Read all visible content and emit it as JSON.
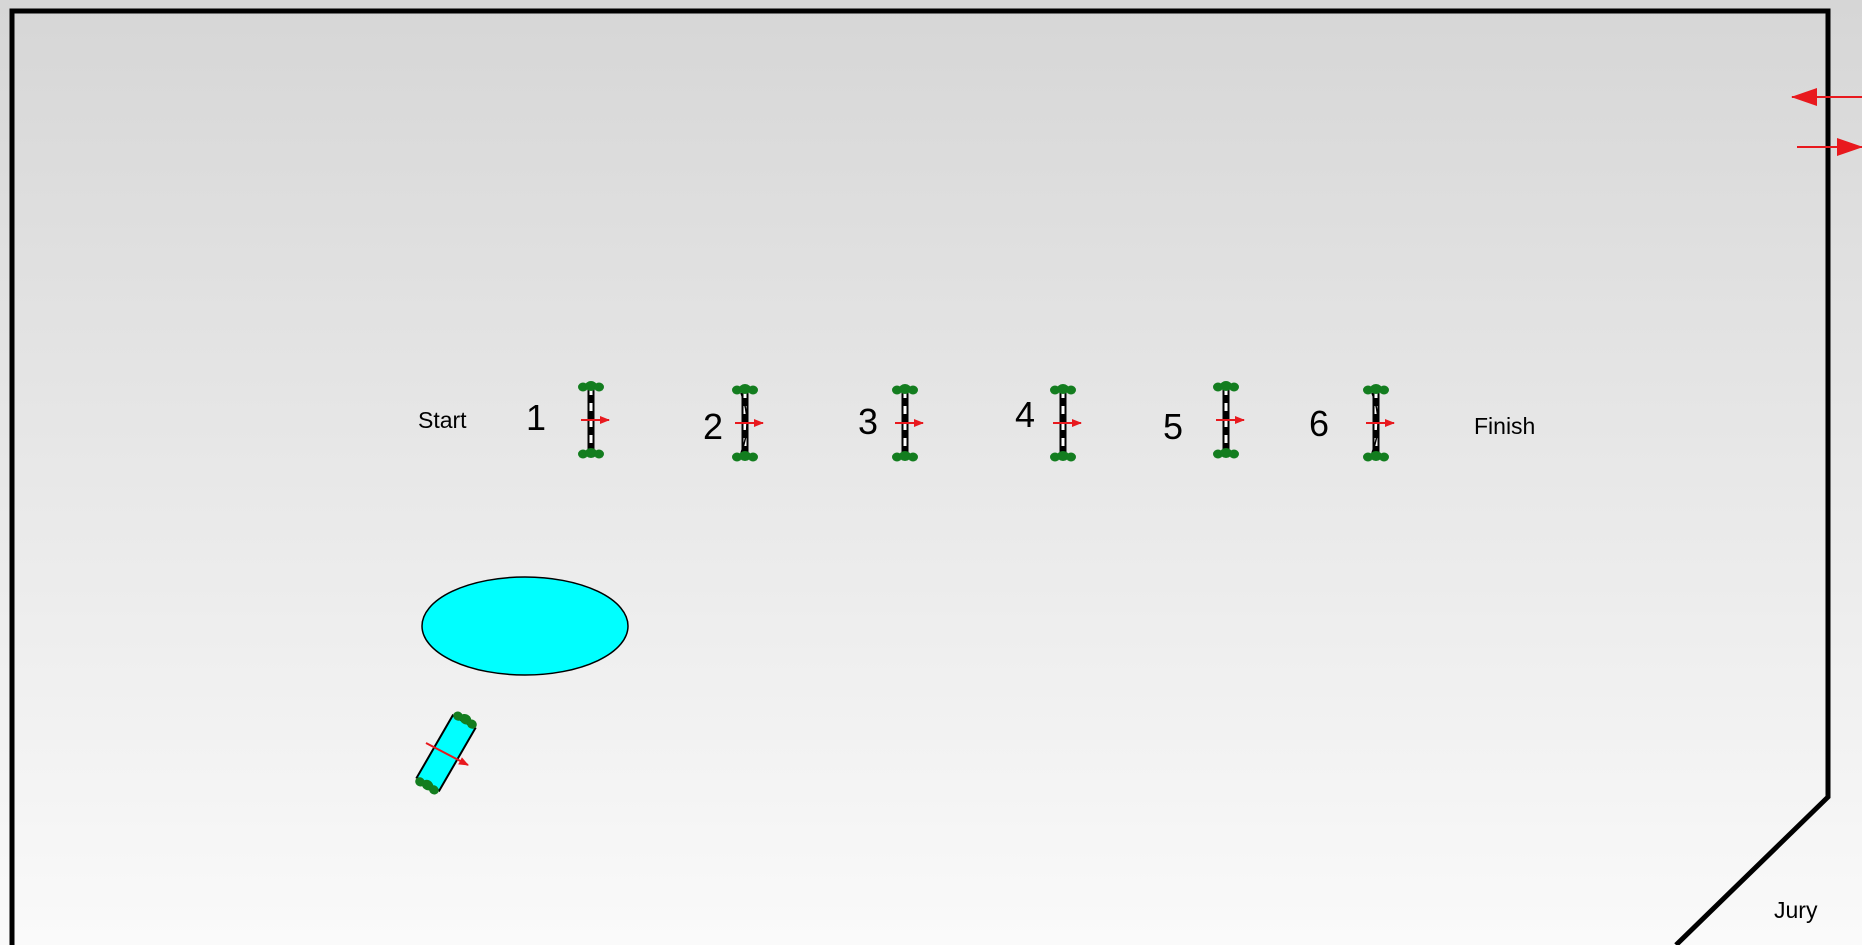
{
  "arena": {
    "background_top": "#d6d6d6",
    "background_bottom": "#fafafa",
    "wall_color": "#000000"
  },
  "labels": {
    "start": "Start",
    "finish": "Finish",
    "jury": "Jury"
  },
  "fences": [
    {
      "number": "1",
      "kind": "vertical"
    },
    {
      "number": "2",
      "kind": "vertical"
    },
    {
      "number": "3",
      "kind": "vertical"
    },
    {
      "number": "4",
      "kind": "vertical"
    },
    {
      "number": "5",
      "kind": "vertical"
    },
    {
      "number": "6",
      "kind": "vertical"
    }
  ],
  "water_jump": {
    "color": "#00ffff"
  },
  "extra_obstacle": {
    "kind": "oxer",
    "color": "#00ffff"
  },
  "colors": {
    "direction_arrow": "#e8191e",
    "plant": "#137d1f",
    "pole_dark": "#000000",
    "pole_light": "#ffffff"
  },
  "entrance_arrows": {
    "count": 2
  }
}
